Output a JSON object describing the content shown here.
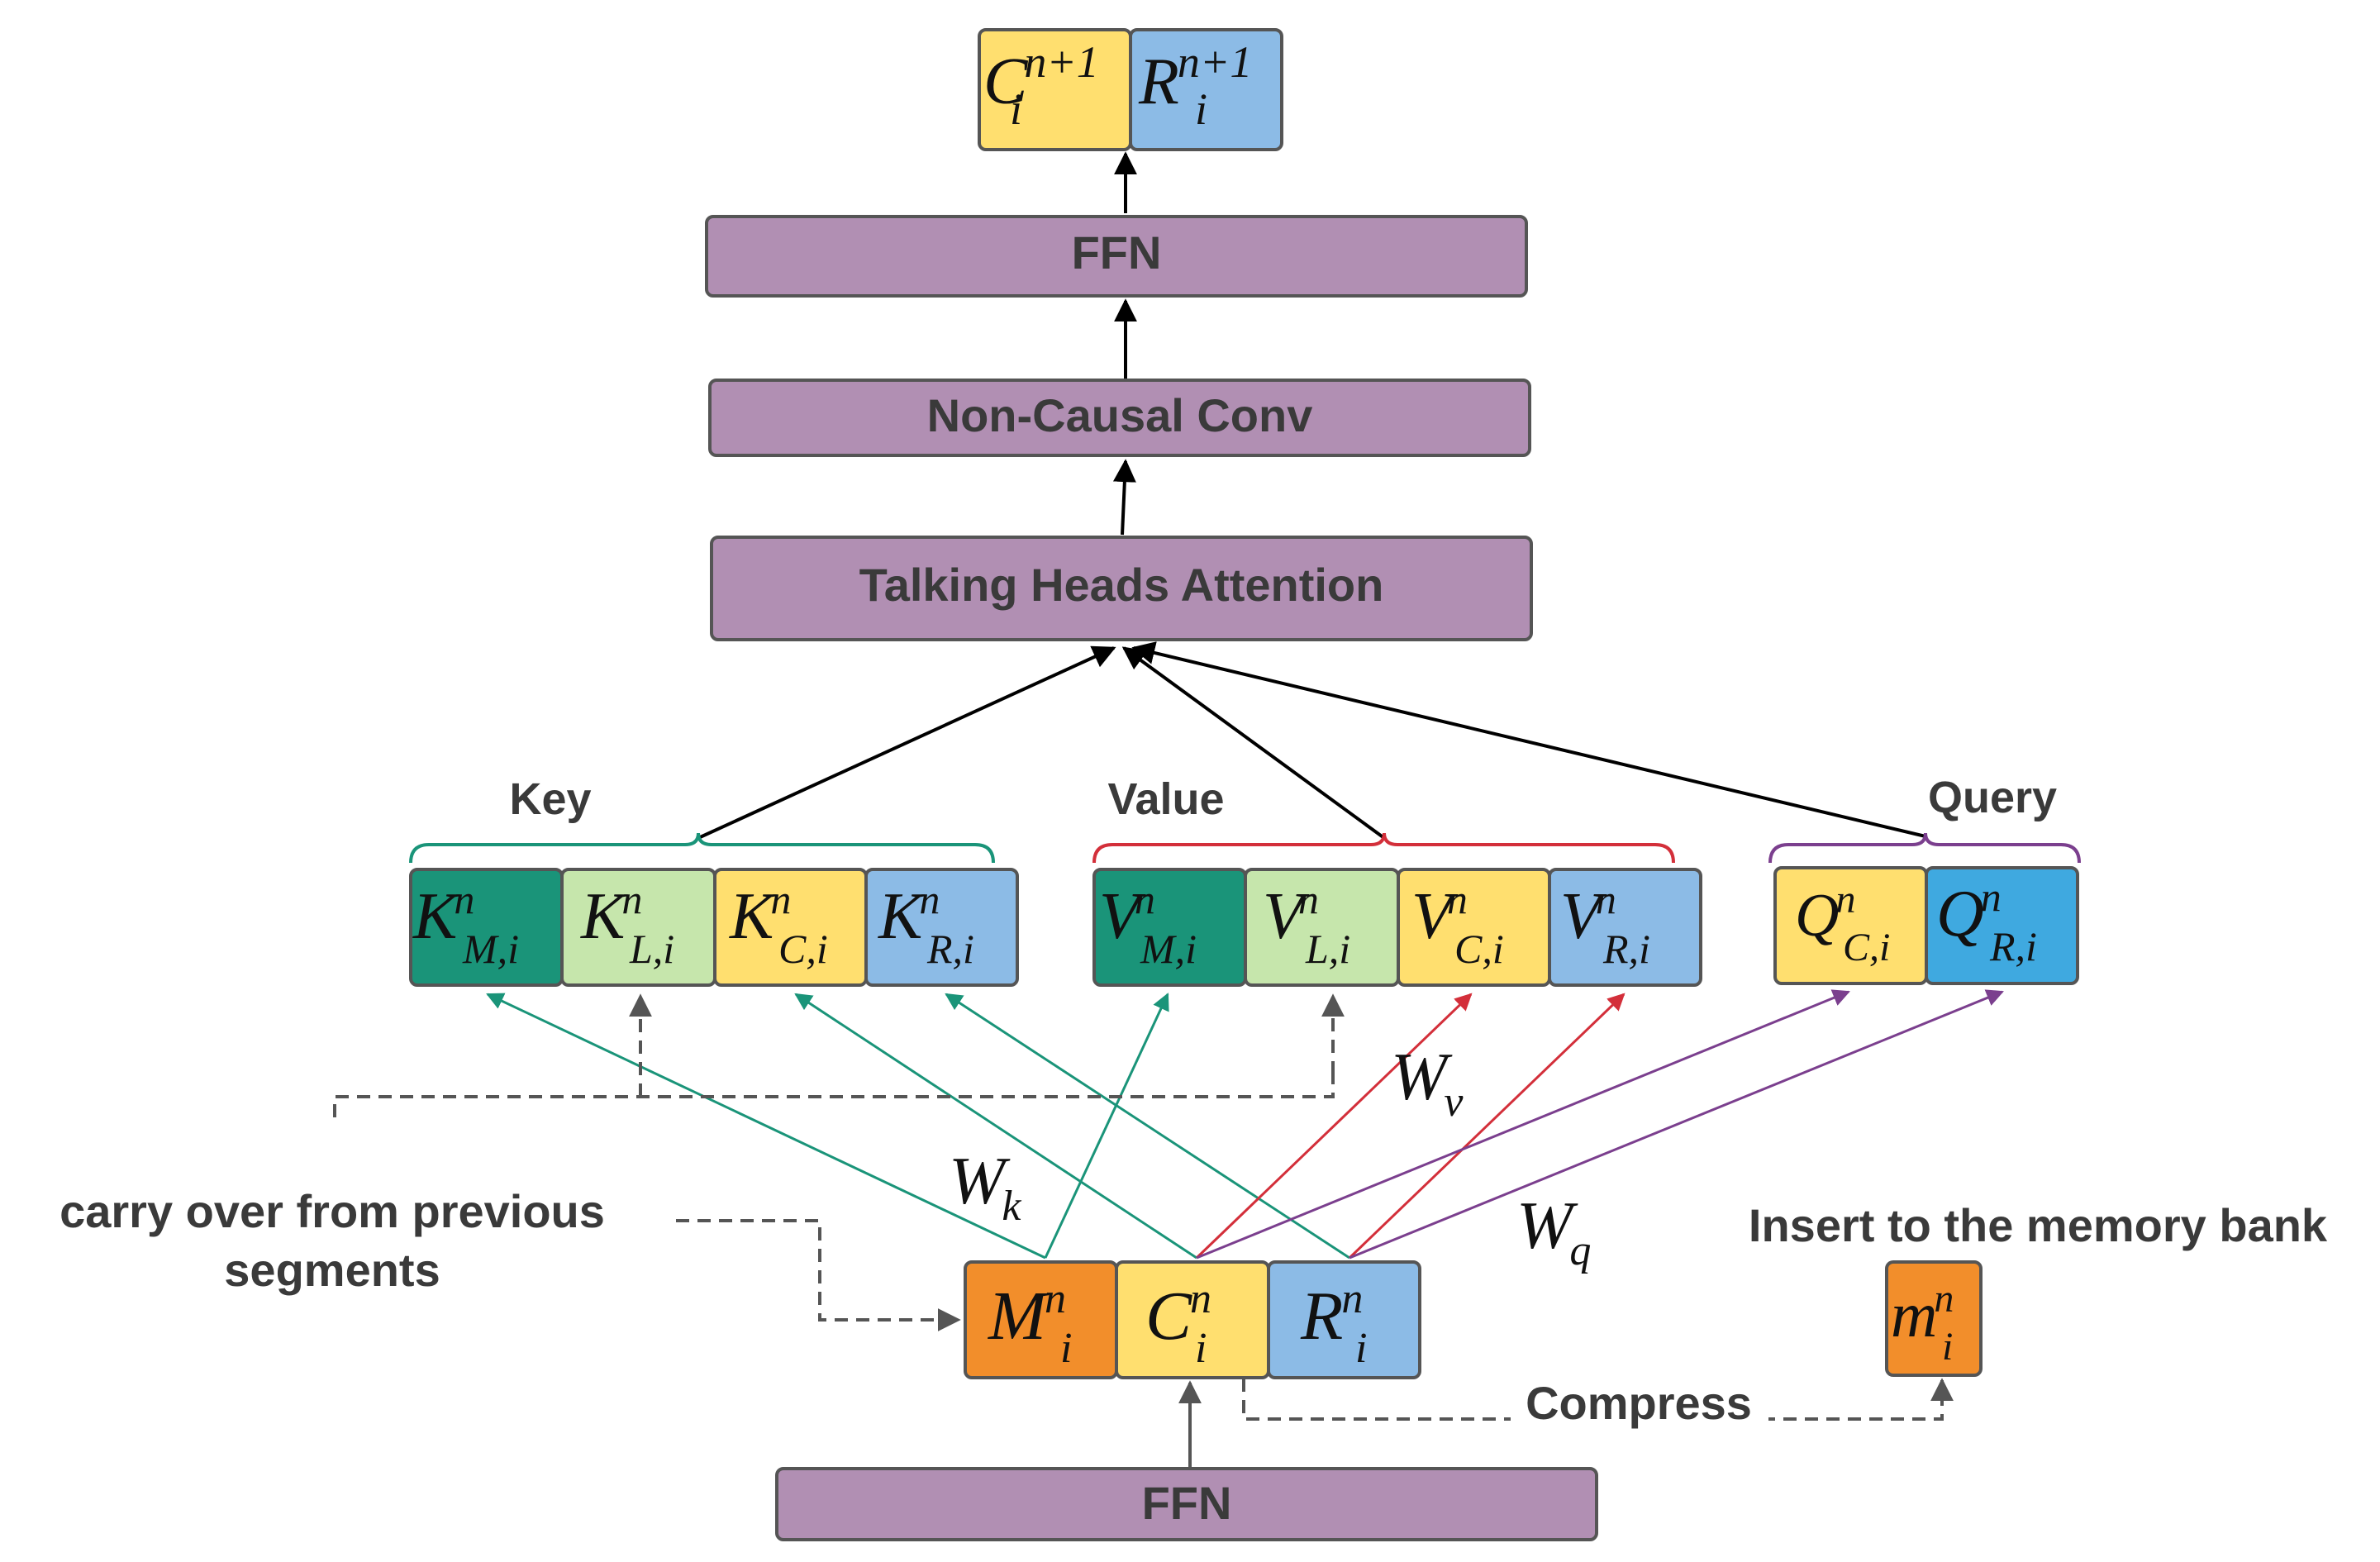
{
  "colors": {
    "purple_block": "#b18fb3",
    "orange": "#f28e2b",
    "yellow": "#ffdf6f",
    "light_blue": "#8cbbe6",
    "mid_blue": "#3fa9e0",
    "dark_green": "#1a9479",
    "light_green": "#c6e6ac",
    "key_line": "#1a9479",
    "value_line": "#d32f3a",
    "query_line": "#7b3f8e",
    "dashed": "#555555"
  },
  "blocks": {
    "ffn_top": "FFN",
    "conv": "Non-Causal Conv",
    "attention": "Talking Heads Attention",
    "ffn_bottom": "FFN"
  },
  "output": {
    "c": {
      "base": "C",
      "sub": "i",
      "sup": "n+1"
    },
    "r": {
      "base": "R",
      "sub": "i",
      "sup": "n+1"
    }
  },
  "groups": {
    "key": "Key",
    "value": "Value",
    "query": "Query"
  },
  "key_cells": [
    {
      "base": "K",
      "sub": "M,i",
      "sup": "n"
    },
    {
      "base": "K",
      "sub": "L,i",
      "sup": "n"
    },
    {
      "base": "K",
      "sub": "C,i",
      "sup": "n"
    },
    {
      "base": "K",
      "sub": "R,i",
      "sup": "n"
    }
  ],
  "value_cells": [
    {
      "base": "V",
      "sub": "M,i",
      "sup": "n"
    },
    {
      "base": "V",
      "sub": "L,i",
      "sup": "n"
    },
    {
      "base": "V",
      "sub": "C,i",
      "sup": "n"
    },
    {
      "base": "V",
      "sub": "R,i",
      "sup": "n"
    }
  ],
  "query_cells": [
    {
      "base": "Q",
      "sub": "C,i",
      "sup": "n"
    },
    {
      "base": "Q",
      "sub": "R,i",
      "sup": "n"
    }
  ],
  "weights": {
    "wk": {
      "base": "W",
      "sub": "k"
    },
    "wv": {
      "base": "W",
      "sub": "v"
    },
    "wq": {
      "base": "W",
      "sub": "q"
    }
  },
  "input_cells": [
    {
      "base": "M",
      "sub": "i",
      "sup": "n"
    },
    {
      "base": "C",
      "sub": "i",
      "sup": "n"
    },
    {
      "base": "R",
      "sub": "i",
      "sup": "n"
    }
  ],
  "memory_cell": {
    "base": "m",
    "sub": "i",
    "sup": "n"
  },
  "annotations": {
    "carry_line1": "carry over from previous",
    "carry_line2": "segments",
    "insert": "Insert to the memory bank",
    "compress": "Compress"
  }
}
